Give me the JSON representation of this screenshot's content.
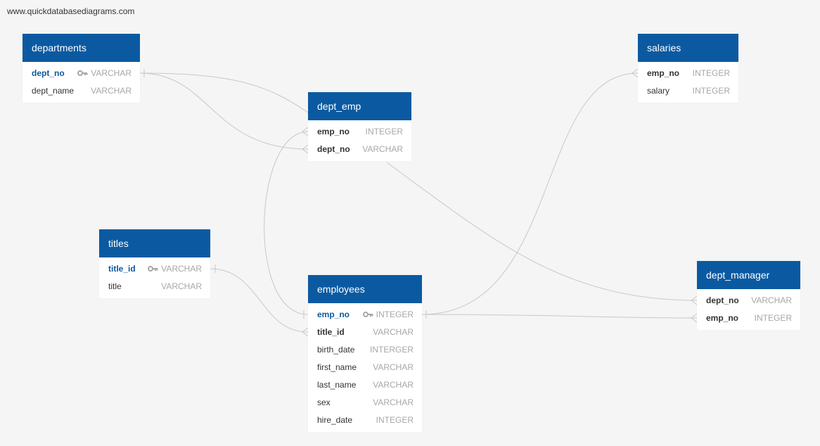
{
  "site_url": "www.quickdatabasediagrams.com",
  "tables": {
    "departments": {
      "title": "departments",
      "fields": [
        {
          "name": "dept_no",
          "type": "VARCHAR"
        },
        {
          "name": "dept_name",
          "type": "VARCHAR"
        }
      ]
    },
    "salaries": {
      "title": "salaries",
      "fields": [
        {
          "name": "emp_no",
          "type": "INTEGER"
        },
        {
          "name": "salary",
          "type": "INTEGER"
        }
      ]
    },
    "dept_emp": {
      "title": "dept_emp",
      "fields": [
        {
          "name": "emp_no",
          "type": "INTEGER"
        },
        {
          "name": "dept_no",
          "type": "VARCHAR"
        }
      ]
    },
    "titles": {
      "title": "titles",
      "fields": [
        {
          "name": "title_id",
          "type": "VARCHAR"
        },
        {
          "name": "title",
          "type": "VARCHAR"
        }
      ]
    },
    "employees": {
      "title": "employees",
      "fields": [
        {
          "name": "emp_no",
          "type": "INTEGER"
        },
        {
          "name": "title_id",
          "type": "VARCHAR"
        },
        {
          "name": "birth_date",
          "type": "INTERGER"
        },
        {
          "name": "first_name",
          "type": "VARCHAR"
        },
        {
          "name": "last_name",
          "type": "VARCHAR"
        },
        {
          "name": "sex",
          "type": "VARCHAR"
        },
        {
          "name": "hire_date",
          "type": "INTEGER"
        }
      ]
    },
    "dept_manager": {
      "title": "dept_manager",
      "fields": [
        {
          "name": "dept_no",
          "type": "VARCHAR"
        },
        {
          "name": "emp_no",
          "type": "INTEGER"
        }
      ]
    }
  },
  "colors": {
    "header": "#0b5aa1",
    "primary_key": "#0b5aa1",
    "type_text": "#a7a7a7",
    "relation_line": "#c8c8c8",
    "background": "#f4f5f4"
  }
}
